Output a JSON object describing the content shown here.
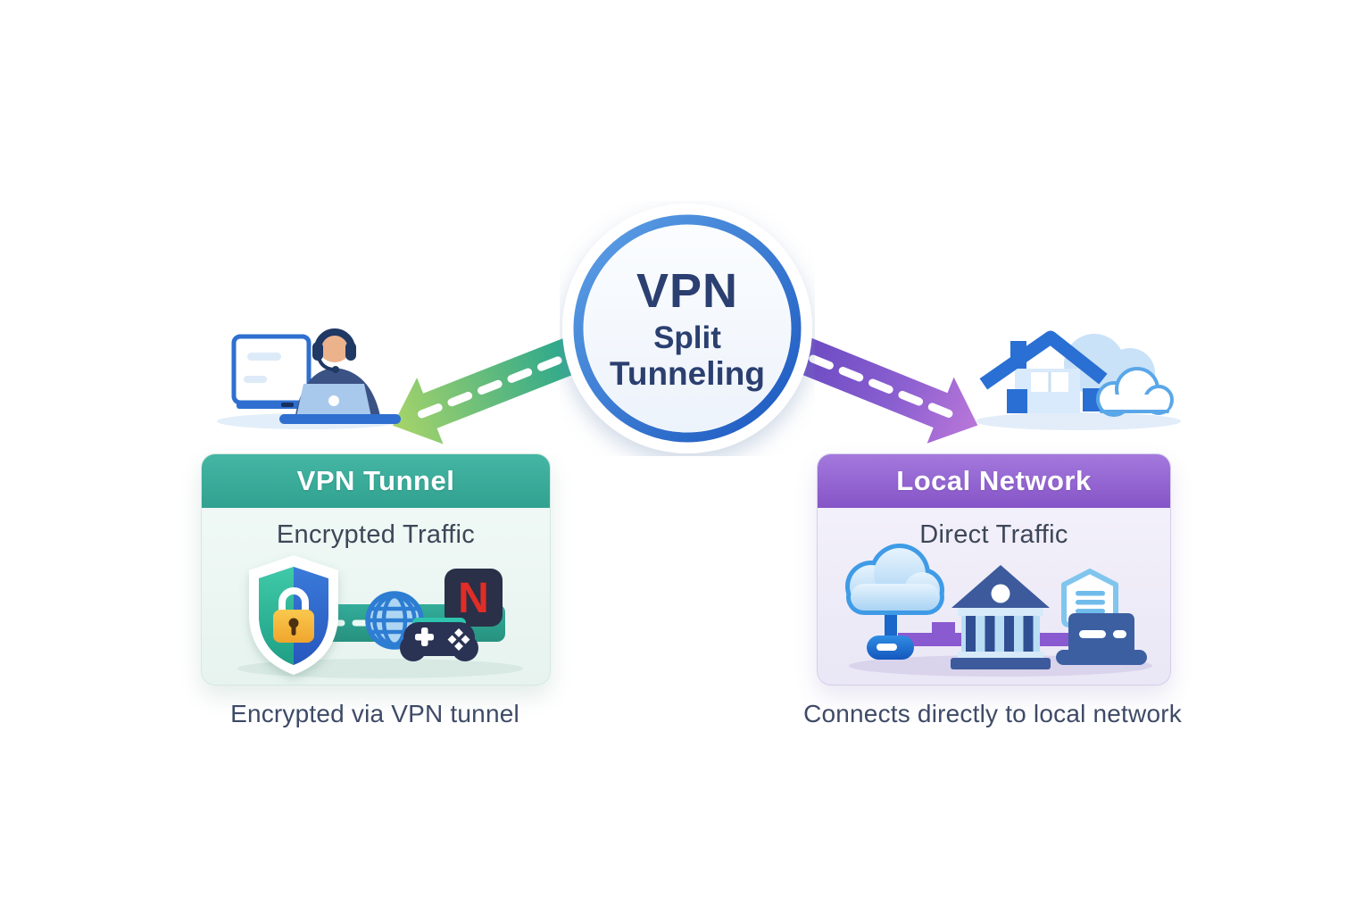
{
  "center": {
    "title": "VPN",
    "subtitle_line1": "Split",
    "subtitle_line2": "Tunneling"
  },
  "vpn_branch": {
    "card_title": "VPN Tunnel",
    "card_subtitle": "Encrypted Traffic",
    "caption": "Encrypted via VPN tunnel",
    "netflix_letter": "N",
    "icon_names": [
      "person-at-laptop-icon",
      "shield-lock-icon",
      "globe-icon",
      "netflix-icon",
      "game-controller-icon"
    ]
  },
  "local_branch": {
    "card_title": "Local Network",
    "card_subtitle": "Direct Traffic",
    "caption": "Connects directly to local network",
    "icon_names": [
      "house-cloud-icon",
      "cloud-key-icon",
      "bank-icon",
      "document-icon",
      "printer-icon"
    ]
  },
  "colors": {
    "vpn_accent": "#38AB9B",
    "local_accent": "#8E5BCE",
    "ring_blue": "#2B6FD4",
    "title_navy": "#2B3F70",
    "subtitle_text": "#3D4758",
    "caption_text": "#3E4A66",
    "arrow_green_start": "#2AA78D",
    "arrow_green_end": "#A8D469",
    "arrow_purple_start": "#6B4AC2",
    "arrow_purple_end": "#B977D9",
    "netflix_red": "#E02D27",
    "lock_orange": "#F6B83A"
  }
}
